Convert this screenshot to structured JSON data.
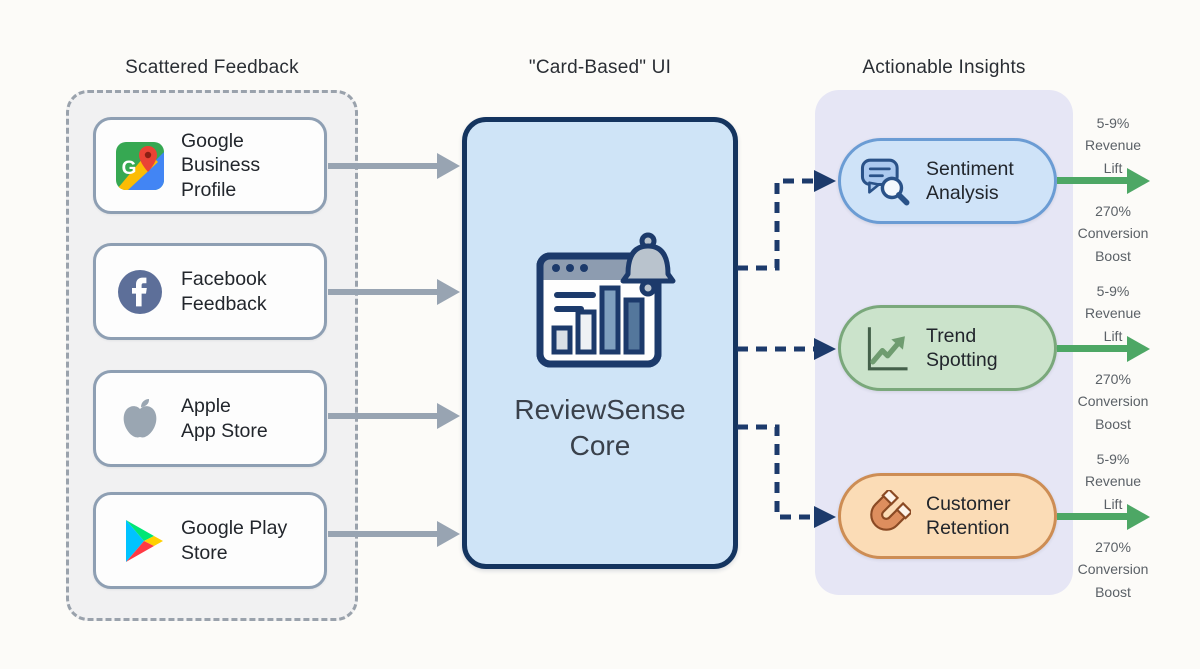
{
  "sections": {
    "sources_title": "Scattered Feedback",
    "core_title": "\"Card-Based\" UI",
    "insights_title": "Actionable Insights"
  },
  "sources": [
    {
      "label": "Google\nBusiness\nProfile",
      "icon": "google-business-profile-icon"
    },
    {
      "label": "Facebook\nFeedback",
      "icon": "facebook-icon"
    },
    {
      "label": "Apple\nApp Store",
      "icon": "apple-icon"
    },
    {
      "label": "Google Play\nStore",
      "icon": "google-play-icon"
    }
  ],
  "core": {
    "label": "ReviewSense\nCore",
    "icon": "dashboard-notification-icon"
  },
  "insights": [
    {
      "label": "Sentiment\nAnalysis",
      "icon": "sentiment-analysis-icon",
      "fill": "#cfe3f8",
      "border": "#6b9cd4"
    },
    {
      "label": "Trend\nSpotting",
      "icon": "trend-spotting-icon",
      "fill": "#cbe3cb",
      "border": "#7aa87b"
    },
    {
      "label": "Customer\nRetention",
      "icon": "customer-retention-icon",
      "fill": "#fbdcb6",
      "border": "#cd8d54"
    }
  ],
  "metrics": [
    {
      "top": "5-9%\nRevenue\nLift",
      "bottom": "270%\nConversion\nBoost"
    },
    {
      "top": "5-9%\nRevenue\nLift",
      "bottom": "270%\nConversion\nBoost"
    },
    {
      "top": "5-9%\nRevenue\nLift",
      "bottom": "270%\nConversion\nBoost"
    }
  ],
  "colors": {
    "source_arrow": "#98a4b2",
    "flow_dashed_arrow": "#1c3a6b",
    "outcome_arrow": "#4da765",
    "core_fill": "#cfe4f7",
    "core_border": "#14345f",
    "insights_panel": "#e6e6f5",
    "sources_panel": "#f1f1f2"
  }
}
